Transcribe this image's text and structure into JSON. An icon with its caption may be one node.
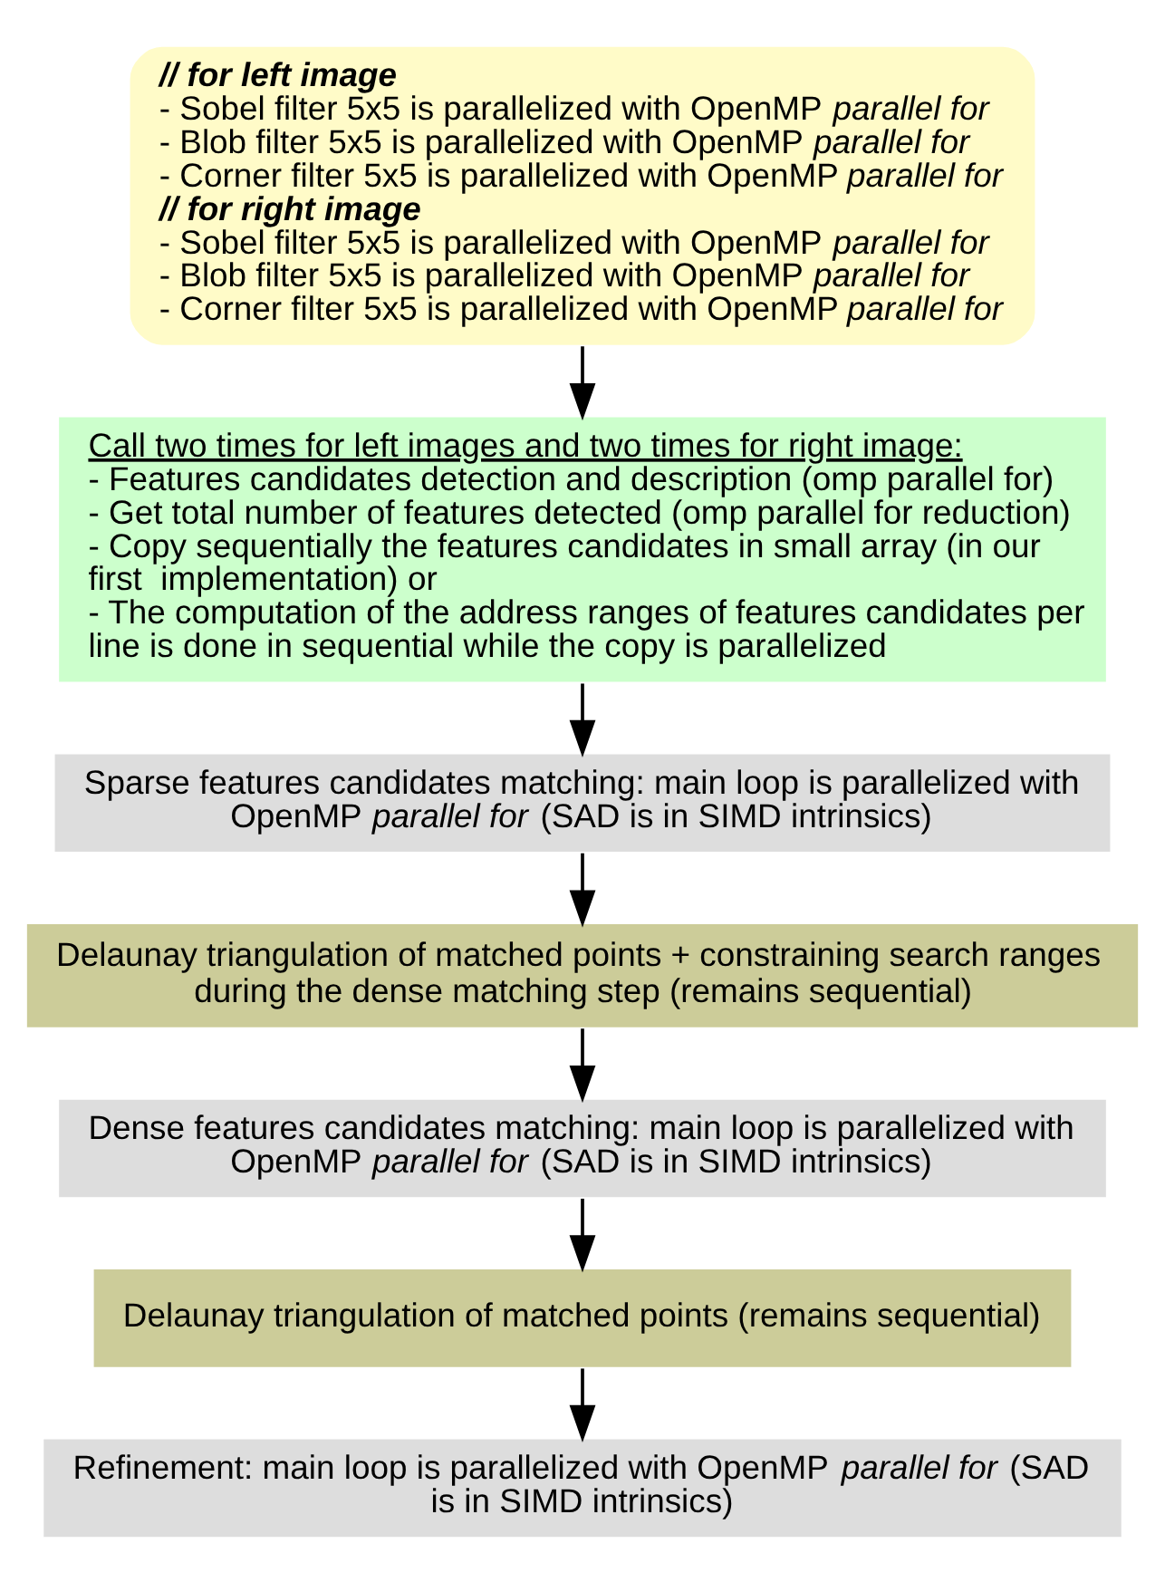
{
  "diagram": {
    "nodes": [
      {
        "text": [
          "// for left image",
          "- Sobel filter 5x5 is parallelized with OpenMP *parallel for*",
          "- Blob filter 5x5 is parallelized with OpenMP *parallel for*",
          "- Corner filter 5x5 is parallelized with OpenMP *parallel for*",
          "// for right image",
          "- Sobel filter 5x5 is parallelized with OpenMP *parallel for*",
          "- Blob filter 5x5 is parallelized with OpenMP *parallel for*",
          "- Corner filter 5x5 is parallelized with OpenMP *parallel for*"
        ]
      },
      {
        "text": [
          "Call two times for left images and two times for right image:",
          "- Features candidates detection and description (omp parallel for)",
          "- Get total number of features detected (omp parallel for reduction)",
          "- Copy sequentially the features candidates in small array (in our first  implementation) or",
          "- The computation of the address ranges of features candidates per line is done in sequential while the copy is parallelized"
        ]
      },
      {
        "text": [
          "Sparse features candidates matching: main loop is parallelized with OpenMP *parallel for* (SAD is in SIMD intrinsics)"
        ]
      },
      {
        "text": [
          "Delaunay triangulation of matched points + constraining search ranges  during the dense matching step (remains sequential)"
        ]
      },
      {
        "text": [
          "Dense features candidates matching: main loop is parallelized with OpenMP *parallel for* (SAD is in SIMD intrinsics)"
        ]
      },
      {
        "text": [
          "Delaunay triangulation of matched points (remains sequential)"
        ]
      },
      {
        "text": [
          "Refinement: main loop is parallelized with OpenMP *parallel for* (SAD is in SIMD intrinsics)"
        ]
      }
    ],
    "edges": [
      {
        "from": 0,
        "to": 1,
        "arrow": "to"
      },
      {
        "from": 1,
        "to": 2,
        "arrow": "to"
      },
      {
        "from": 2,
        "to": 3,
        "arrow": "to"
      },
      {
        "from": 3,
        "to": 4,
        "arrow": "to"
      },
      {
        "from": 4,
        "to": 5,
        "arrow": "to"
      },
      {
        "from": 5,
        "to": 6,
        "arrow": "to"
      }
    ]
  }
}
